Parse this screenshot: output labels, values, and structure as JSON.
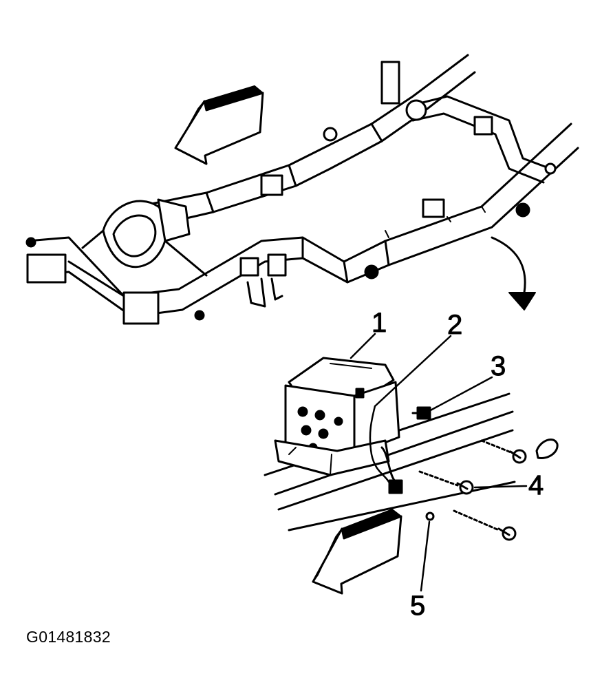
{
  "figure_id": "G01481832",
  "callouts": [
    {
      "label": "1"
    },
    {
      "label": "2"
    },
    {
      "label": "3"
    },
    {
      "label": "4"
    },
    {
      "label": "5"
    }
  ],
  "icons": {
    "direction_arrows": "forward-arrow-icon",
    "view_arrow": "detail-view-arrow-icon"
  },
  "colors": {
    "ink": "#000000",
    "paper": "#ffffff"
  }
}
